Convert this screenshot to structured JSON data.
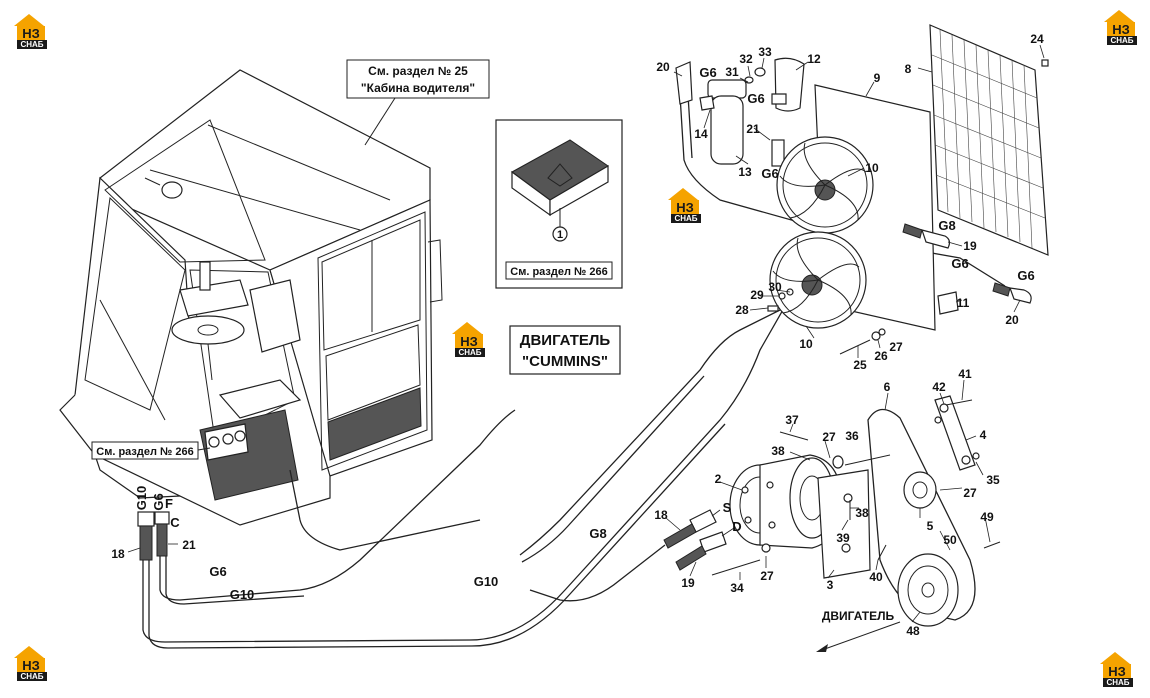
{
  "logos": {
    "mark": "НЗ",
    "subtitle": "СНАБ"
  },
  "references": {
    "cab_line1": "См. раздел № 25",
    "cab_line2": "\"Кабина водителя\"",
    "section_266_inset": "См. раздел № 266",
    "section_266_cab": "См. раздел № 266"
  },
  "engine_box": {
    "line1": "ДВИГАТЕЛЬ",
    "line2": "\"CUMMINS\""
  },
  "engine_arrow_label": "ДВИГАТЕЛЬ",
  "inset_callout": "1",
  "connectors": {
    "g6_a": "G6",
    "g6_b": "G6",
    "g6_c": "G6",
    "g6_d": "G6",
    "g6_e": "G6",
    "g6_f": "G6",
    "g6_g": "G6",
    "g8_a": "G8",
    "g8_b": "G8",
    "g10_a": "G10",
    "g10_b": "G10",
    "g10_c": "G10",
    "s": "S",
    "d": "D",
    "f": "F",
    "c": "C"
  },
  "parts": {
    "p20a": "20",
    "p31": "31",
    "p32": "32",
    "p33": "33",
    "p12": "12",
    "p24": "24",
    "p8": "8",
    "p9": "9",
    "p14": "14",
    "p21a": "21",
    "p13": "13",
    "p10a": "10",
    "p19a": "19",
    "p20b": "20",
    "p29": "29",
    "p30": "30",
    "p28": "28",
    "p11": "11",
    "p10b": "10",
    "p25": "25",
    "p26": "26",
    "p27a": "27",
    "p6": "6",
    "p42": "42",
    "p41": "41",
    "p4": "4",
    "p37": "37",
    "p27b": "27",
    "p36": "36",
    "p38a": "38",
    "p35": "35",
    "p2": "2",
    "p27c": "27",
    "p38b": "38",
    "p5": "5",
    "p49": "49",
    "p18a": "18",
    "p39": "39",
    "p50": "50",
    "p19b": "19",
    "p34": "34",
    "p27d": "27",
    "p3": "3",
    "p40": "40",
    "p48": "48",
    "p18b": "18",
    "p21b": "21"
  }
}
